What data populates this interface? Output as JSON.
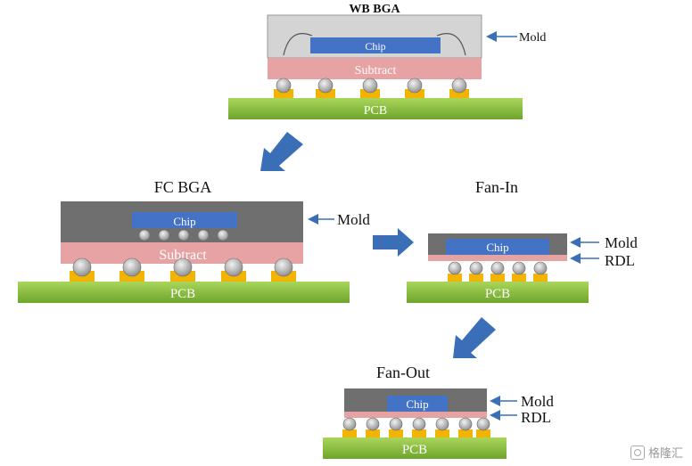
{
  "wb": {
    "title": "WB BGA",
    "chip": "Chip",
    "sub": "Subtract",
    "pcb": "PCB",
    "mold": "Mold"
  },
  "fc": {
    "title": "FC BGA",
    "chip": "Chip",
    "sub": "Subtract",
    "pcb": "PCB",
    "mold": "Mold"
  },
  "fanin": {
    "title": "Fan-In",
    "chip": "Chip",
    "pcb": "PCB",
    "mold": "Mold",
    "rdl": "RDL"
  },
  "fanout": {
    "title": "Fan-Out",
    "chip": "Chip",
    "pcb": "PCB",
    "mold": "Mold",
    "rdl": "RDL"
  },
  "watermark": "格隆汇",
  "colors": {
    "mold": "#6f6f6f",
    "moldLight": "#cfcfcf",
    "chip": "#4472c4",
    "sub": "#e7a2a4",
    "rdl": "#e7a2a4",
    "pcb": "#8cc43c",
    "pad": "#f2b400",
    "ball": "#bdbdbd",
    "arrow": "#3a6fb8"
  }
}
